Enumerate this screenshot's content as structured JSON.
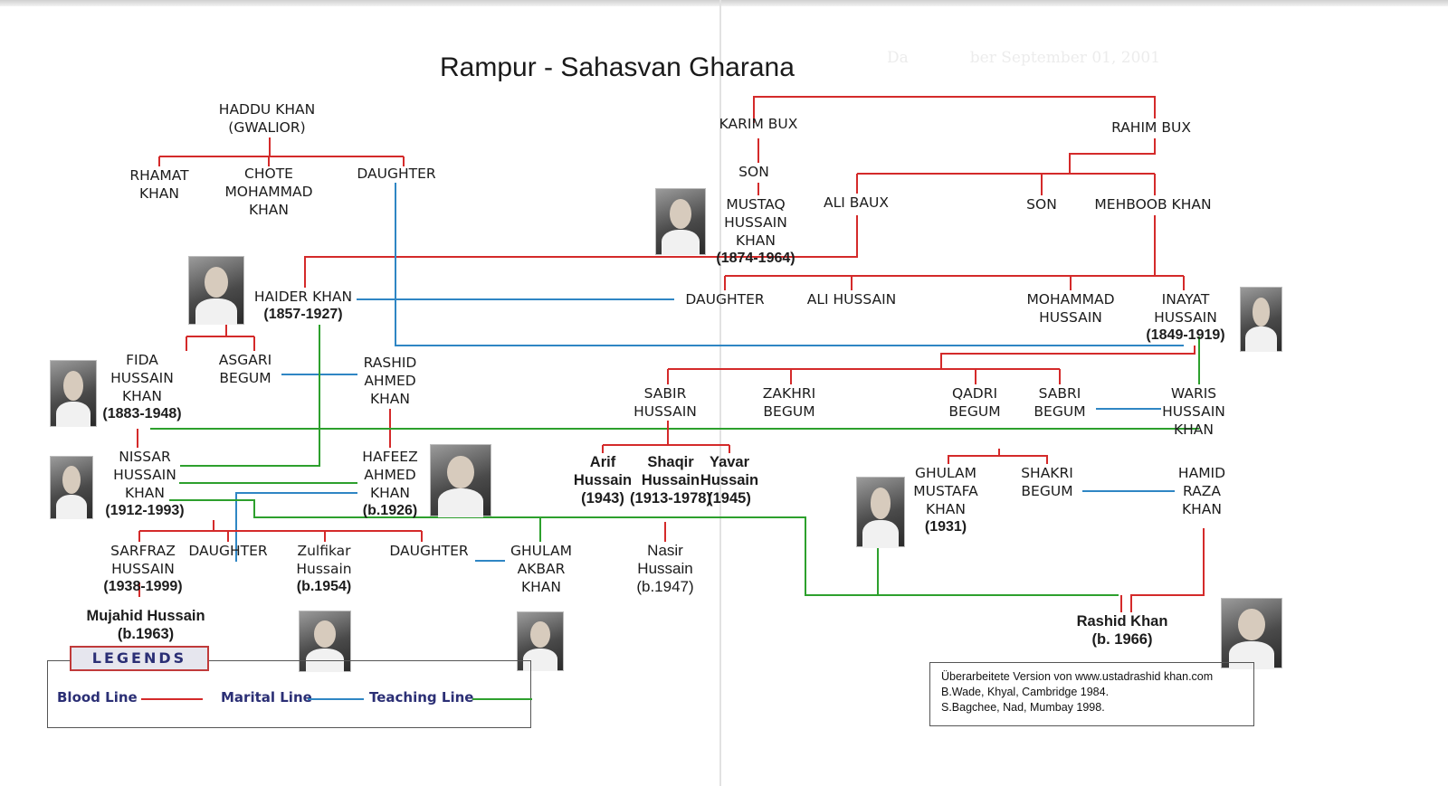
{
  "title": "Rampur - Sahasvan Gharana",
  "colors": {
    "blood": "#d42a2a",
    "marital": "#2f86c4",
    "teaching": "#2da02d",
    "legend_text": "#2b2f75"
  },
  "nodes": {
    "haddu_khan": [
      "HADDU KHAN",
      "(GWALIOR)"
    ],
    "rhamat_khan": [
      "RHAMAT",
      "KHAN"
    ],
    "chote_mohammad_khan": [
      "CHOTE",
      "MOHAMMAD",
      "KHAN"
    ],
    "daughter_haddu": [
      "DAUGHTER"
    ],
    "karim_bux": [
      "KARIM BUX"
    ],
    "rahim_bux": [
      "RAHIM BUX"
    ],
    "son_karim": [
      "SON"
    ],
    "mustaq_hussain_khan": {
      "lines": [
        "MUSTAQ",
        "HUSSAIN",
        "KHAN"
      ],
      "dates": "(1874-1964)"
    },
    "ali_baux": [
      "ALI BAUX"
    ],
    "son_rahim": [
      "SON"
    ],
    "mehboob_khan": [
      "MEHBOOB KHAN"
    ],
    "haider_khan": {
      "lines": [
        "HAIDER KHAN"
      ],
      "dates": "(1857-1927)"
    },
    "daughter_alibaux": [
      "DAUGHTER"
    ],
    "ali_hussain": [
      "ALI HUSSAIN"
    ],
    "mohammad_hussain": [
      "MOHAMMAD",
      "HUSSAIN"
    ],
    "inayat_hussain": {
      "lines": [
        "INAYAT",
        "HUSSAIN"
      ],
      "dates": "(1849-1919)"
    },
    "fida_hussain_khan": {
      "lines": [
        "FIDA",
        "HUSSAIN",
        "KHAN"
      ],
      "dates": "(1883-1948)"
    },
    "asgari_begum": [
      "ASGARI",
      "BEGUM"
    ],
    "rashid_ahmed_khan": [
      "RASHID",
      "AHMED",
      "KHAN"
    ],
    "sabir_hussain": [
      "SABIR",
      "HUSSAIN"
    ],
    "zakhri_begum": [
      "ZAKHRI",
      "BEGUM"
    ],
    "qadri_begum": [
      "QADRI",
      "BEGUM"
    ],
    "sabri_begum": [
      "SABRI",
      "BEGUM"
    ],
    "waris_hussain_khan": [
      "WARIS",
      "HUSSAIN",
      "KHAN"
    ],
    "nissar_hussain_khan": {
      "lines": [
        "NISSAR",
        "HUSSAIN",
        "KHAN"
      ],
      "dates": "(1912-1993)"
    },
    "hafeez_ahmed_khan": {
      "lines": [
        "HAFEEZ",
        "AHMED",
        "KHAN"
      ],
      "dates": "(b.1926)"
    },
    "arif_hussain": [
      "Arif",
      "Hussain",
      "(1943)"
    ],
    "shaqir_hussain": [
      "Shaqir",
      "Hussain",
      "(1913-1978)"
    ],
    "yavar_hussain": [
      "Yavar",
      "Hussain",
      "(1945)"
    ],
    "ghulam_mustafa_khan": {
      "lines": [
        "GHULAM",
        "MUSTAFA",
        "KHAN"
      ],
      "dates": "(1931)"
    },
    "shakri_begum": [
      "SHAKRI",
      "BEGUM"
    ],
    "hamid_raza_khan": [
      "HAMID",
      "RAZA",
      "KHAN"
    ],
    "sarfraz_hussain": {
      "lines": [
        "SARFRAZ",
        "HUSSAIN"
      ],
      "dates": "(1938-1999)"
    },
    "daughter_nissar": [
      "DAUGHTER"
    ],
    "zulfikar_hussain": {
      "lines": [
        "Zulfikar",
        "Hussain"
      ],
      "dates": "(b.1954)"
    },
    "daughter_nissar_2": [
      "DAUGHTER"
    ],
    "ghulam_akbar_khan": [
      "GHULAM",
      "AKBAR",
      "KHAN"
    ],
    "nasir_hussain": [
      "Nasir",
      "Hussain",
      "(b.1947)"
    ],
    "mujahid_hussain": [
      "Mujahid Hussain",
      "(b.1963)"
    ],
    "rashid_khan": [
      "Rashid Khan",
      "(b. 1966)"
    ]
  },
  "legend": {
    "title": "LEGENDS",
    "items": [
      {
        "label": "Blood Line",
        "color": "#d42a2a"
      },
      {
        "label": "Marital Line",
        "color": "#2f86c4"
      },
      {
        "label": "Teaching Line",
        "color": "#2da02d"
      }
    ]
  },
  "source": [
    "Überarbeitete Version von www.ustadrashid khan.com",
    "B.Wade, Khyal,  Cambridge 1984.",
    "S.Bagchee, Nad, Mumbay 1998."
  ]
}
